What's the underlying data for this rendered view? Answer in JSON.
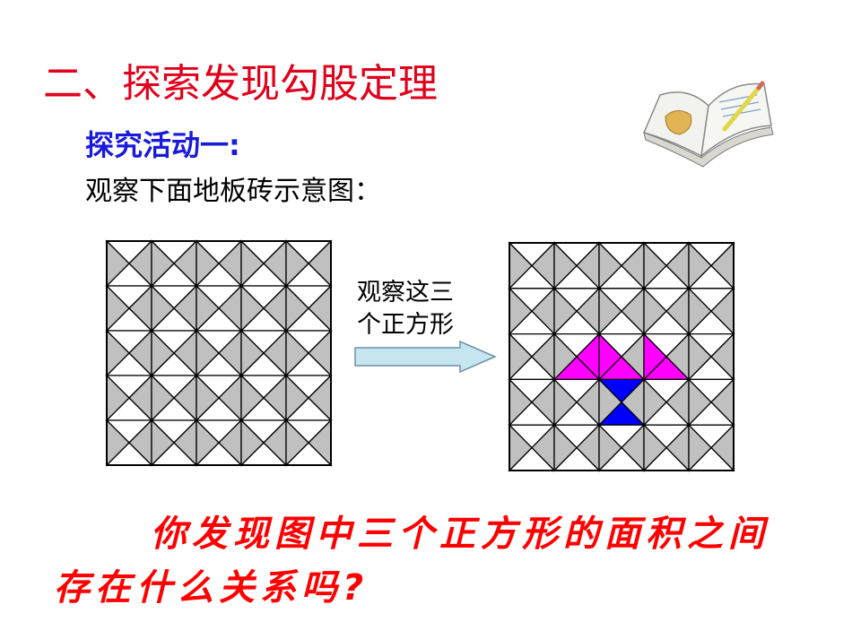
{
  "slide": {
    "section_title": "二、探索发现勾股定理",
    "activity_title": "探究活动一:",
    "instruction": "观察下面地板砖示意图：",
    "arrow_label": "观察这三\n个正方形",
    "question": "你发现图中三个正方形的面积之间存在什么关系吗?"
  },
  "figures": {
    "left_grid": {
      "rows": 5,
      "cols": 5
    },
    "right_grid": {
      "rows": 5,
      "cols": 5,
      "highlight_colors": {
        "pink": "#ff00ff",
        "blue": "#0000ff"
      }
    }
  },
  "colors": {
    "title_red": "#e0001b",
    "activity_blue": "#1a1adb",
    "tile_gray": "#c0c0c0",
    "arrow_fill": "#c6e6ef",
    "arrow_stroke": "#6f8fa8"
  },
  "icons": {
    "book": "open-book-icon"
  }
}
